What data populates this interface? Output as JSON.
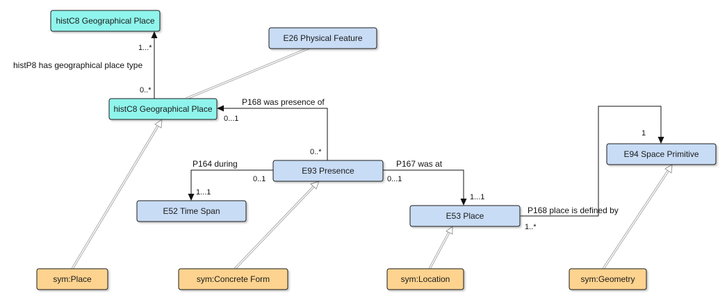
{
  "nodes": {
    "histc8_top": "histC8 Geographical Place",
    "e26": "E26 Physical Feature",
    "histc8_mid": "histC8 Geographical Place",
    "e93": "E93 Presence",
    "e52": "E52 Time Span",
    "e94": "E94 Space Primitive",
    "e53": "E53 Place",
    "sym_place": "sym:Place",
    "sym_concrete": "sym:Concrete Form",
    "sym_location": "sym:Location",
    "sym_geometry": "sym:Geometry"
  },
  "edges": {
    "has_type": {
      "label": "histP8 has geographical place type",
      "source_mult": "0..*",
      "target_mult": "1...*"
    },
    "presence_of": {
      "label": "P168 was presence of",
      "source_mult": "0..*",
      "target_mult": "0...1"
    },
    "during": {
      "label": "P164 during",
      "source_mult": "0..1",
      "target_mult": "1...1"
    },
    "was_at": {
      "label": "P167 was at",
      "source_mult": "0...1",
      "target_mult": "1...1"
    },
    "defined_by": {
      "label": "P168 place is defined by",
      "source_mult": "1..*",
      "target_mult": "1"
    }
  },
  "colors": {
    "ontology_class": "#8ff5ec",
    "cidoc_class": "#c8dcf5",
    "symbol_class": "#fdd38f"
  }
}
